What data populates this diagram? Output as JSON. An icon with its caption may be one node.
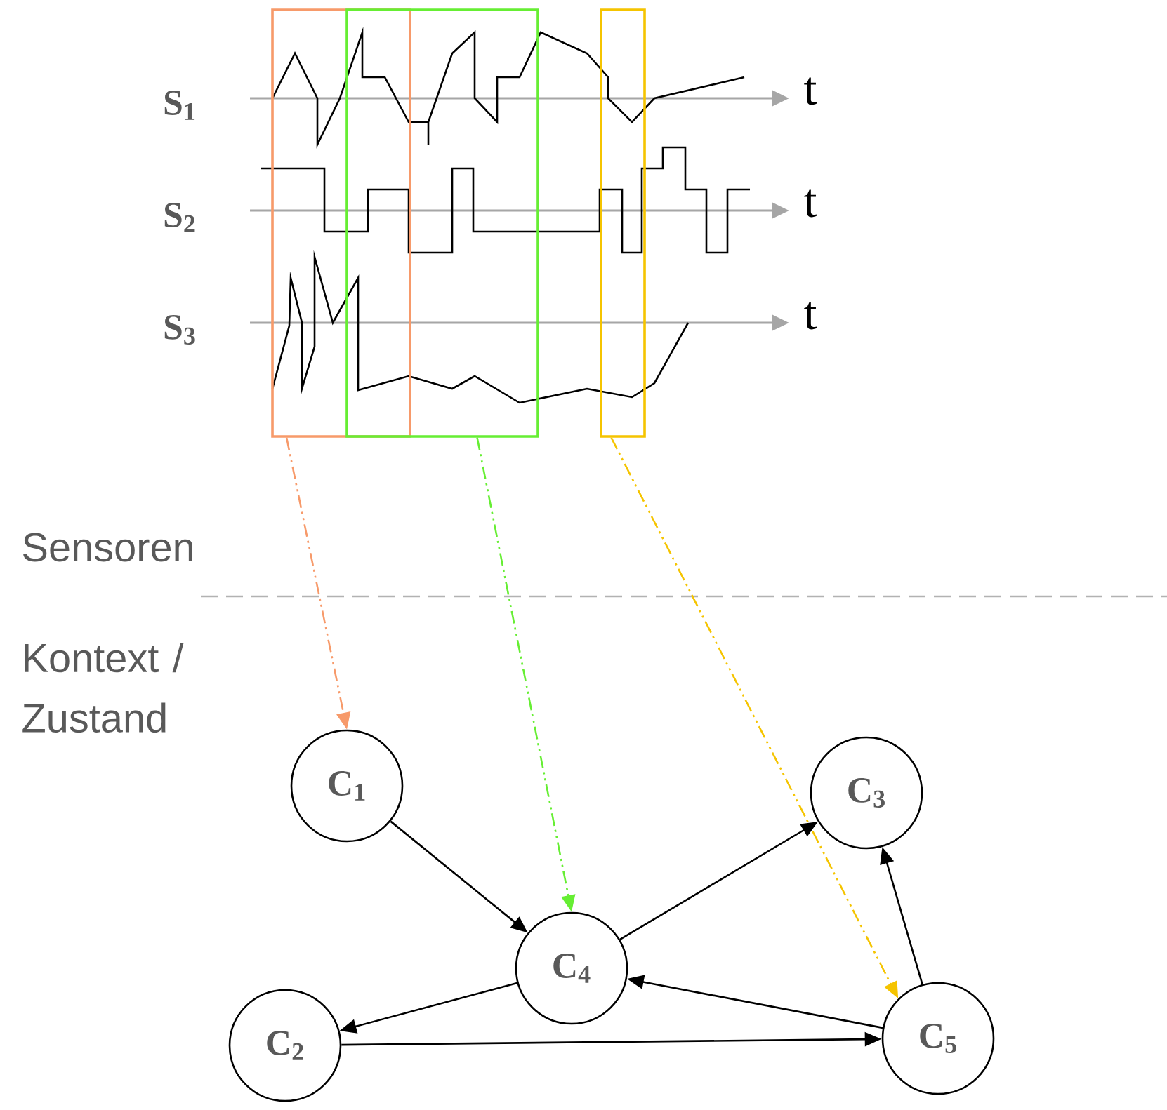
{
  "diagram": {
    "nodes": [
      {
        "text": [],
        "shape": "box"
      },
      {
        "text": [],
        "shape": "box"
      },
      {
        "text": [],
        "shape": "box"
      },
      {
        "text": [
          "C$_{1}$"
        ]
      },
      {
        "text": [
          "C$_{3}$"
        ]
      },
      {
        "text": [
          "C$_{4}$"
        ]
      },
      {
        "text": [
          "C$_{2}$"
        ]
      },
      {
        "text": [
          "C$_{5}$"
        ]
      }
    ],
    "edges": [
      {
        "from": 0,
        "to": 3,
        "arrow": "to",
        "style": "dashed",
        "color": "#f79a6a"
      },
      {
        "from": 1,
        "to": 5,
        "arrow": "to",
        "style": "dashed",
        "color": "#66ee33"
      },
      {
        "from": 2,
        "to": 7,
        "arrow": "to",
        "style": "dashed",
        "color": "#f5c400"
      },
      {
        "from": 3,
        "to": 5,
        "arrow": "to"
      },
      {
        "from": 5,
        "to": 4,
        "arrow": "to"
      },
      {
        "from": 7,
        "to": 4,
        "arrow": "to"
      },
      {
        "from": 7,
        "to": 5,
        "arrow": "to"
      },
      {
        "from": 5,
        "to": 6,
        "arrow": "to"
      },
      {
        "from": 6,
        "to": 7,
        "arrow": "to"
      }
    ],
    "labels": [
      "S$_{1}$",
      "t",
      "S$_{2}$",
      "t",
      "S$_{3}$",
      "t",
      "Sensoren",
      "Kontext / Zustand"
    ]
  }
}
